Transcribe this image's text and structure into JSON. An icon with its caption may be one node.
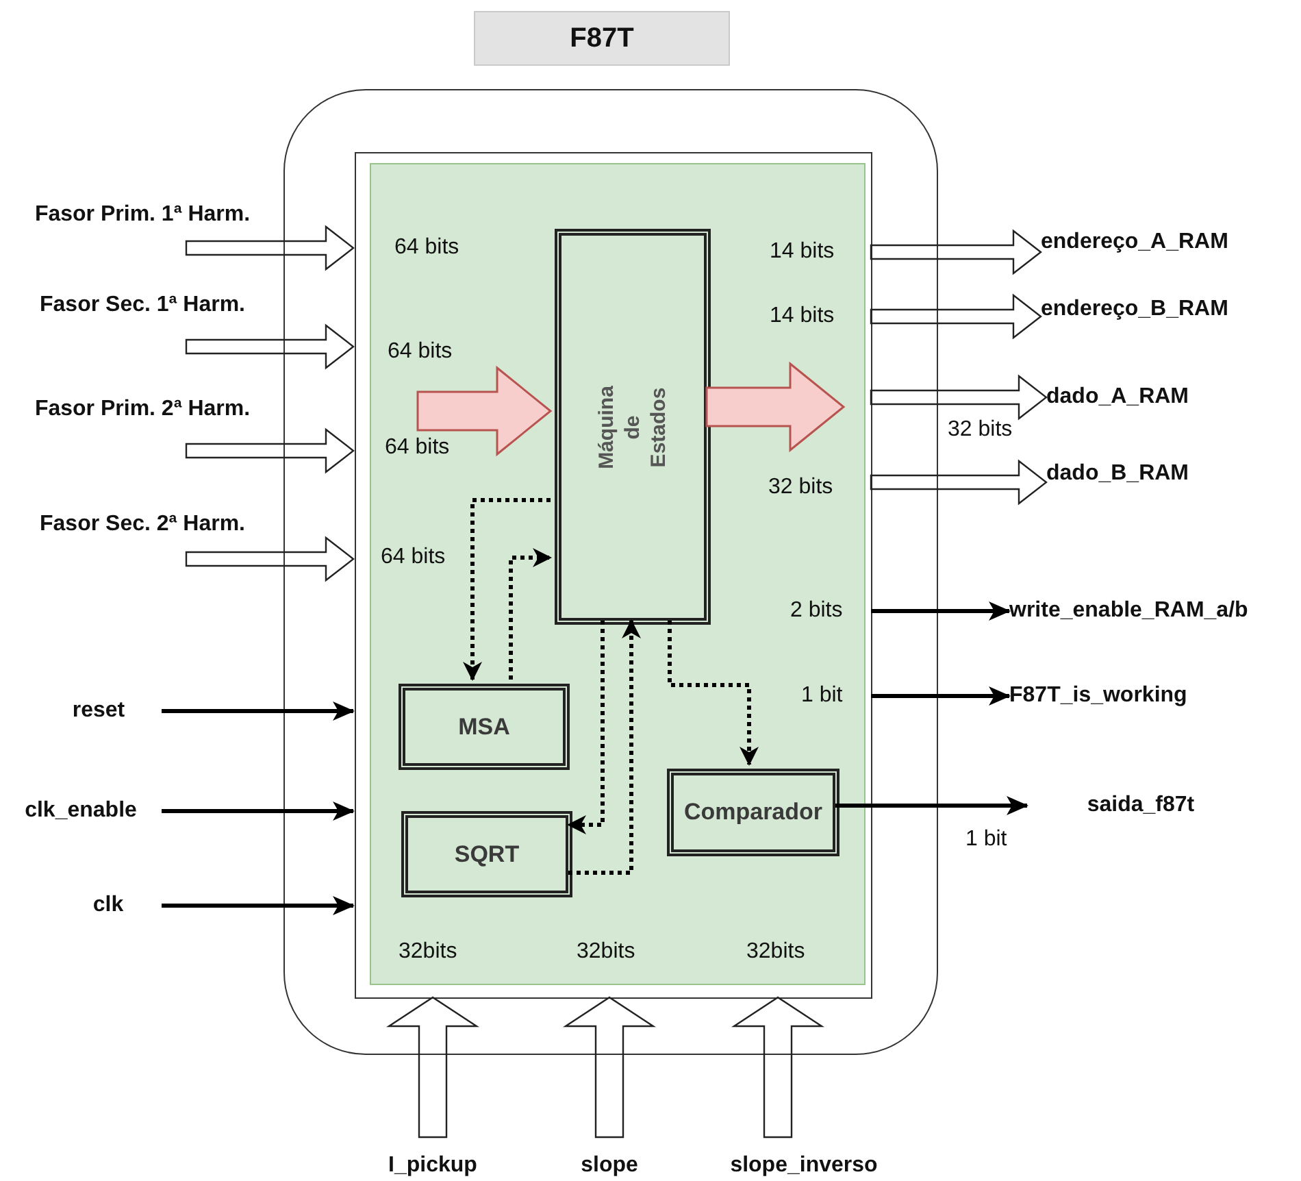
{
  "diagram": {
    "title": "F87T",
    "nodes": [
      {
        "text": [],
        "shape": "box"
      },
      {
        "text": [],
        "shape": "box",
        "in": 0
      },
      {
        "text": [],
        "shape": "box",
        "in": 1
      },
      {
        "text": [
          "Máquina de Estados"
        ],
        "in": 2
      },
      {
        "text": [
          "MSA"
        ],
        "in": 2
      },
      {
        "text": [
          "SQRT"
        ],
        "in": 2
      },
      {
        "text": [
          "Comparador"
        ],
        "in": 2
      },
      {
        "text": [
          "Fasor Prim. 1ª Harm."
        ]
      },
      {
        "text": [
          "Fasor Sec. 1ª Harm."
        ]
      },
      {
        "text": [
          "Fasor Prim. 2ª Harm."
        ]
      },
      {
        "text": [
          "Fasor Sec. 2ª Harm."
        ]
      },
      {
        "text": [
          "reset"
        ]
      },
      {
        "text": [
          "clk_enable"
        ]
      },
      {
        "text": [
          "clk"
        ]
      },
      {
        "text": [
          "endereço_A_RAM"
        ]
      },
      {
        "text": [
          "endereço_B_RAM"
        ]
      },
      {
        "text": [
          "dado_A_RAM"
        ]
      },
      {
        "text": [
          "dado_B_RAM"
        ]
      },
      {
        "text": [
          "write_enable_RAM_a/b"
        ]
      },
      {
        "text": [
          "F87T_is_working"
        ]
      },
      {
        "text": [
          "saida_f87t"
        ]
      },
      {
        "text": [
          "I_pickup"
        ]
      },
      {
        "text": [
          "slope"
        ]
      },
      {
        "text": [
          "slope_inverso"
        ]
      }
    ],
    "edges": [
      {
        "from": 7,
        "to": 1,
        "arrow": "to",
        "style": "thick"
      },
      {
        "from": 8,
        "to": 1,
        "arrow": "to",
        "style": "thick"
      },
      {
        "from": 9,
        "to": 1,
        "arrow": "to",
        "style": "thick"
      },
      {
        "from": 10,
        "to": 1,
        "arrow": "to",
        "style": "thick"
      },
      {
        "from": 11,
        "to": 1,
        "arrow": "to"
      },
      {
        "from": 12,
        "to": 1,
        "arrow": "to"
      },
      {
        "from": 13,
        "to": 1,
        "arrow": "to"
      },
      {
        "from": 1,
        "to": 14,
        "arrow": "to",
        "style": "thick"
      },
      {
        "from": 1,
        "to": 15,
        "arrow": "to",
        "style": "thick"
      },
      {
        "from": 1,
        "to": 16,
        "arrow": "to",
        "style": "thick"
      },
      {
        "from": 1,
        "to": 17,
        "arrow": "to",
        "style": "thick"
      },
      {
        "from": 1,
        "to": 18,
        "arrow": "to"
      },
      {
        "from": 1,
        "to": 19,
        "arrow": "to"
      },
      {
        "from": 6,
        "to": 20,
        "arrow": "to"
      },
      {
        "from": 21,
        "to": 1,
        "arrow": "to",
        "style": "thick"
      },
      {
        "from": 22,
        "to": 1,
        "arrow": "to",
        "style": "thick"
      },
      {
        "from": 23,
        "to": 1,
        "arrow": "to",
        "style": "thick"
      },
      {
        "from": null,
        "to": 3,
        "arrow": "to",
        "style": "thick",
        "color": "#f8cecc"
      },
      {
        "from": 3,
        "to": null,
        "arrow": "to",
        "style": "thick",
        "color": "#f8cecc"
      },
      {
        "from": 3,
        "to": 4,
        "arrow": "to",
        "style": "dashed"
      },
      {
        "from": 4,
        "to": 3,
        "arrow": "to",
        "style": "dashed"
      },
      {
        "from": 3,
        "to": 5,
        "arrow": "to",
        "style": "dashed"
      },
      {
        "from": 5,
        "to": 3,
        "arrow": "to",
        "style": "dashed"
      },
      {
        "from": 3,
        "to": 6,
        "arrow": "to",
        "style": "dashed"
      }
    ],
    "labels": [
      "64 bits",
      "14 bits",
      "14 bits",
      "64 bits",
      "32 bits",
      "64 bits",
      "32 bits",
      "64 bits",
      "2 bits",
      "1 bit",
      "1 bit",
      "32bits",
      "32bits",
      "32bits"
    ]
  }
}
